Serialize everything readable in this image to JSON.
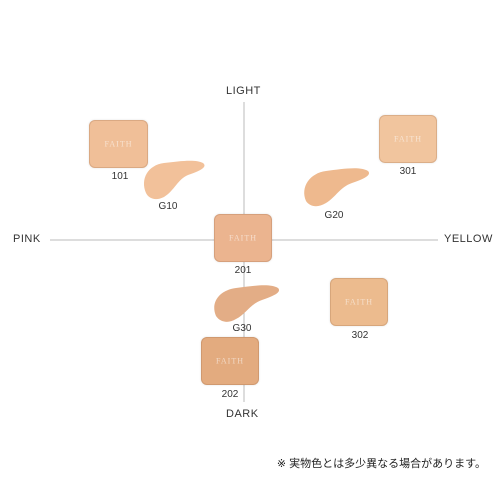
{
  "axes": {
    "top": "LIGHT",
    "bottom": "DARK",
    "left": "PINK",
    "right": "YELLOW"
  },
  "shades": [
    {
      "code": "101",
      "kind": "compact",
      "brand": "FAITH",
      "color": "#f0bf98"
    },
    {
      "code": "G10",
      "kind": "swatch",
      "color": "#f2c19a"
    },
    {
      "code": "301",
      "kind": "compact",
      "brand": "FAITH",
      "color": "#f1c59e"
    },
    {
      "code": "G20",
      "kind": "swatch",
      "color": "#eeb98e"
    },
    {
      "code": "201",
      "kind": "compact",
      "brand": "FAITH",
      "color": "#ebb48f"
    },
    {
      "code": "G30",
      "kind": "swatch",
      "color": "#e3ad86"
    },
    {
      "code": "302",
      "kind": "compact",
      "brand": "FAITH",
      "color": "#ecbb8e"
    },
    {
      "code": "202",
      "kind": "compact",
      "brand": "FAITH",
      "color": "#e3ab7f"
    }
  ],
  "note": "※ 実物色とは多少異なる場合があります。",
  "colors": {
    "axis_line": "#bbbbbb",
    "background": "#ffffff"
  }
}
